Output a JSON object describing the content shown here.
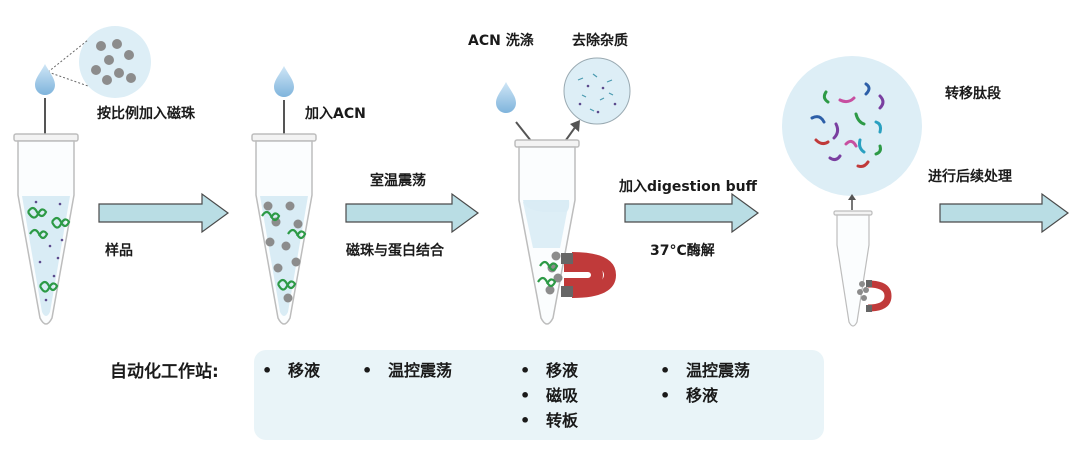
{
  "labels": {
    "add_beads": "按比例加入磁珠",
    "sample": "样品",
    "add_acn": "加入ACN",
    "shake_rt": "室温震荡",
    "bead_protein_binding": "磁珠与蛋白结合",
    "acn_wash": "ACN 洗涤",
    "remove_impurities": "去除杂质",
    "add_buffer": "加入digestion buff",
    "digestion": "37°C酶解",
    "transfer_peptides": "转移肽段",
    "post_processing": "进行后续处理"
  },
  "automation": {
    "title": "自动化工作站:",
    "columns": [
      [
        "移液"
      ],
      [
        "温控震荡"
      ],
      [
        "移液",
        "磁吸",
        "转板"
      ],
      [
        "温控震荡",
        "移液"
      ]
    ]
  },
  "colors": {
    "arrow_fill": "#b9dde4",
    "arrow_stroke": "#4a4a4a",
    "tube_liquid": "#d9ecf5",
    "magnet_red": "#c03a3a",
    "panel_bg": "#e9f4f8",
    "droplet": "#9cc8e6"
  }
}
